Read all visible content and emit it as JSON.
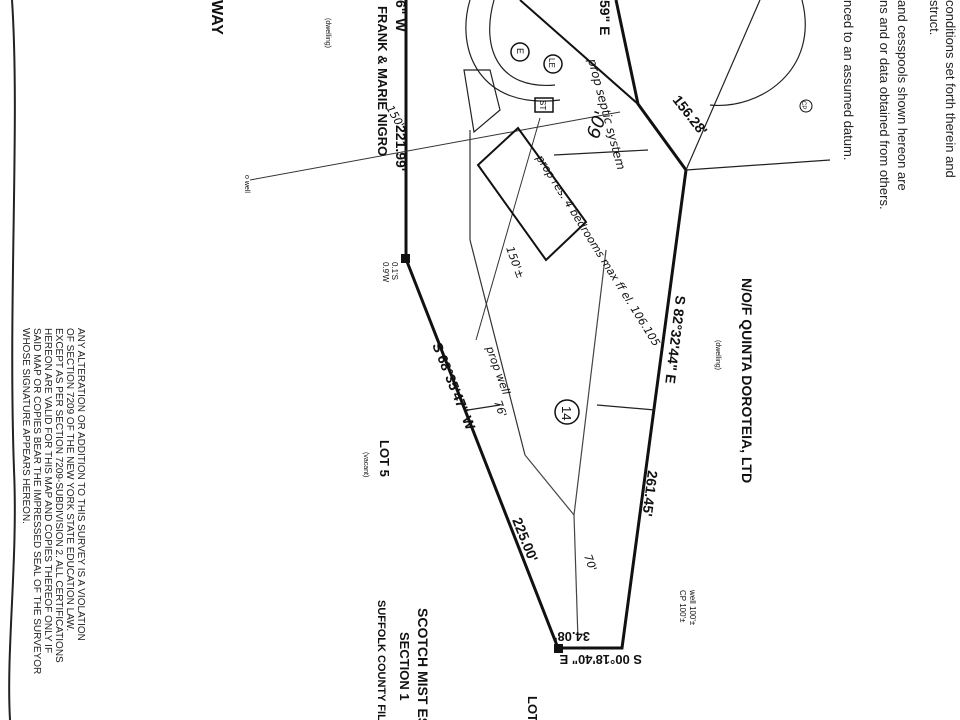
{
  "header": {
    "road_fragment": "WAY",
    "notes": [
      "conditions set forth therein and",
      "struct.",
      "and cesspools shown hereon are",
      "ns and or data obtained from others.",
      "nced to an assumed datum."
    ]
  },
  "bearings": {
    "top_line": "59\" E",
    "west_line_fragment": "6\" W",
    "northeast": "S 82°32'44\" E",
    "southwest": "S 68°35'47\" W",
    "south": "S 00°18'40\" E"
  },
  "distances": {
    "top": "156.28'",
    "west": "221.99'",
    "northeast": "261.45'",
    "southwest": "225.00'",
    "south": "34.08'"
  },
  "owners": {
    "west_name": "FRANK & MARIE NIGRO",
    "west_sub": "(dwelling)",
    "east_name": "N/O/F QUINTA DOROTEIA, LTD",
    "east_sub": "(dwelling)",
    "lot": "LOT 5",
    "lot_sub": "(vacant)"
  },
  "subdivision": {
    "title": "SCOTCH MIST ES",
    "section": "SECTION 1",
    "county": "SUFFOLK COUNTY FILE",
    "fragment": "LOT"
  },
  "lot_number": "14",
  "markers": {
    "mon_west": "0.1'S",
    "mon_west2": "0.9'W",
    "well": "o well",
    "cp": "CP",
    "well_east": "well 100'±",
    "cp_east": "CP 100'±",
    "e": "E",
    "le": "LE",
    "st": "ST"
  },
  "handwriting": {
    "septic": "prop septic system",
    "house": "prop res. 4 bedrooms max ff el. 106.105",
    "well": "prop well",
    "d60": "60'",
    "d150_upper": "150'",
    "d150_mid": "150'±",
    "d76": "76'",
    "d70": "70'"
  },
  "legal_notice": [
    "ANY ALTERATION OR ADDITION TO THIS SURVEY IS A VIOLATION",
    "OF SECTION 7209 OF THE NEW YORK STATE EDUCATION LAW.",
    "EXCEPT AS PER SECTION 7209-SUBDIVISION 2. ALL CERTIFICATIONS",
    "HEREON ARE VALID FOR THIS MAP AND COPIES THEREOF ONLY IF",
    "SAID MAP OR COPIES BEAR THE IMPRESSED SEAL OF THE SURVEYOR",
    "WHOSE SIGNATURE APPEARS HEREON."
  ]
}
